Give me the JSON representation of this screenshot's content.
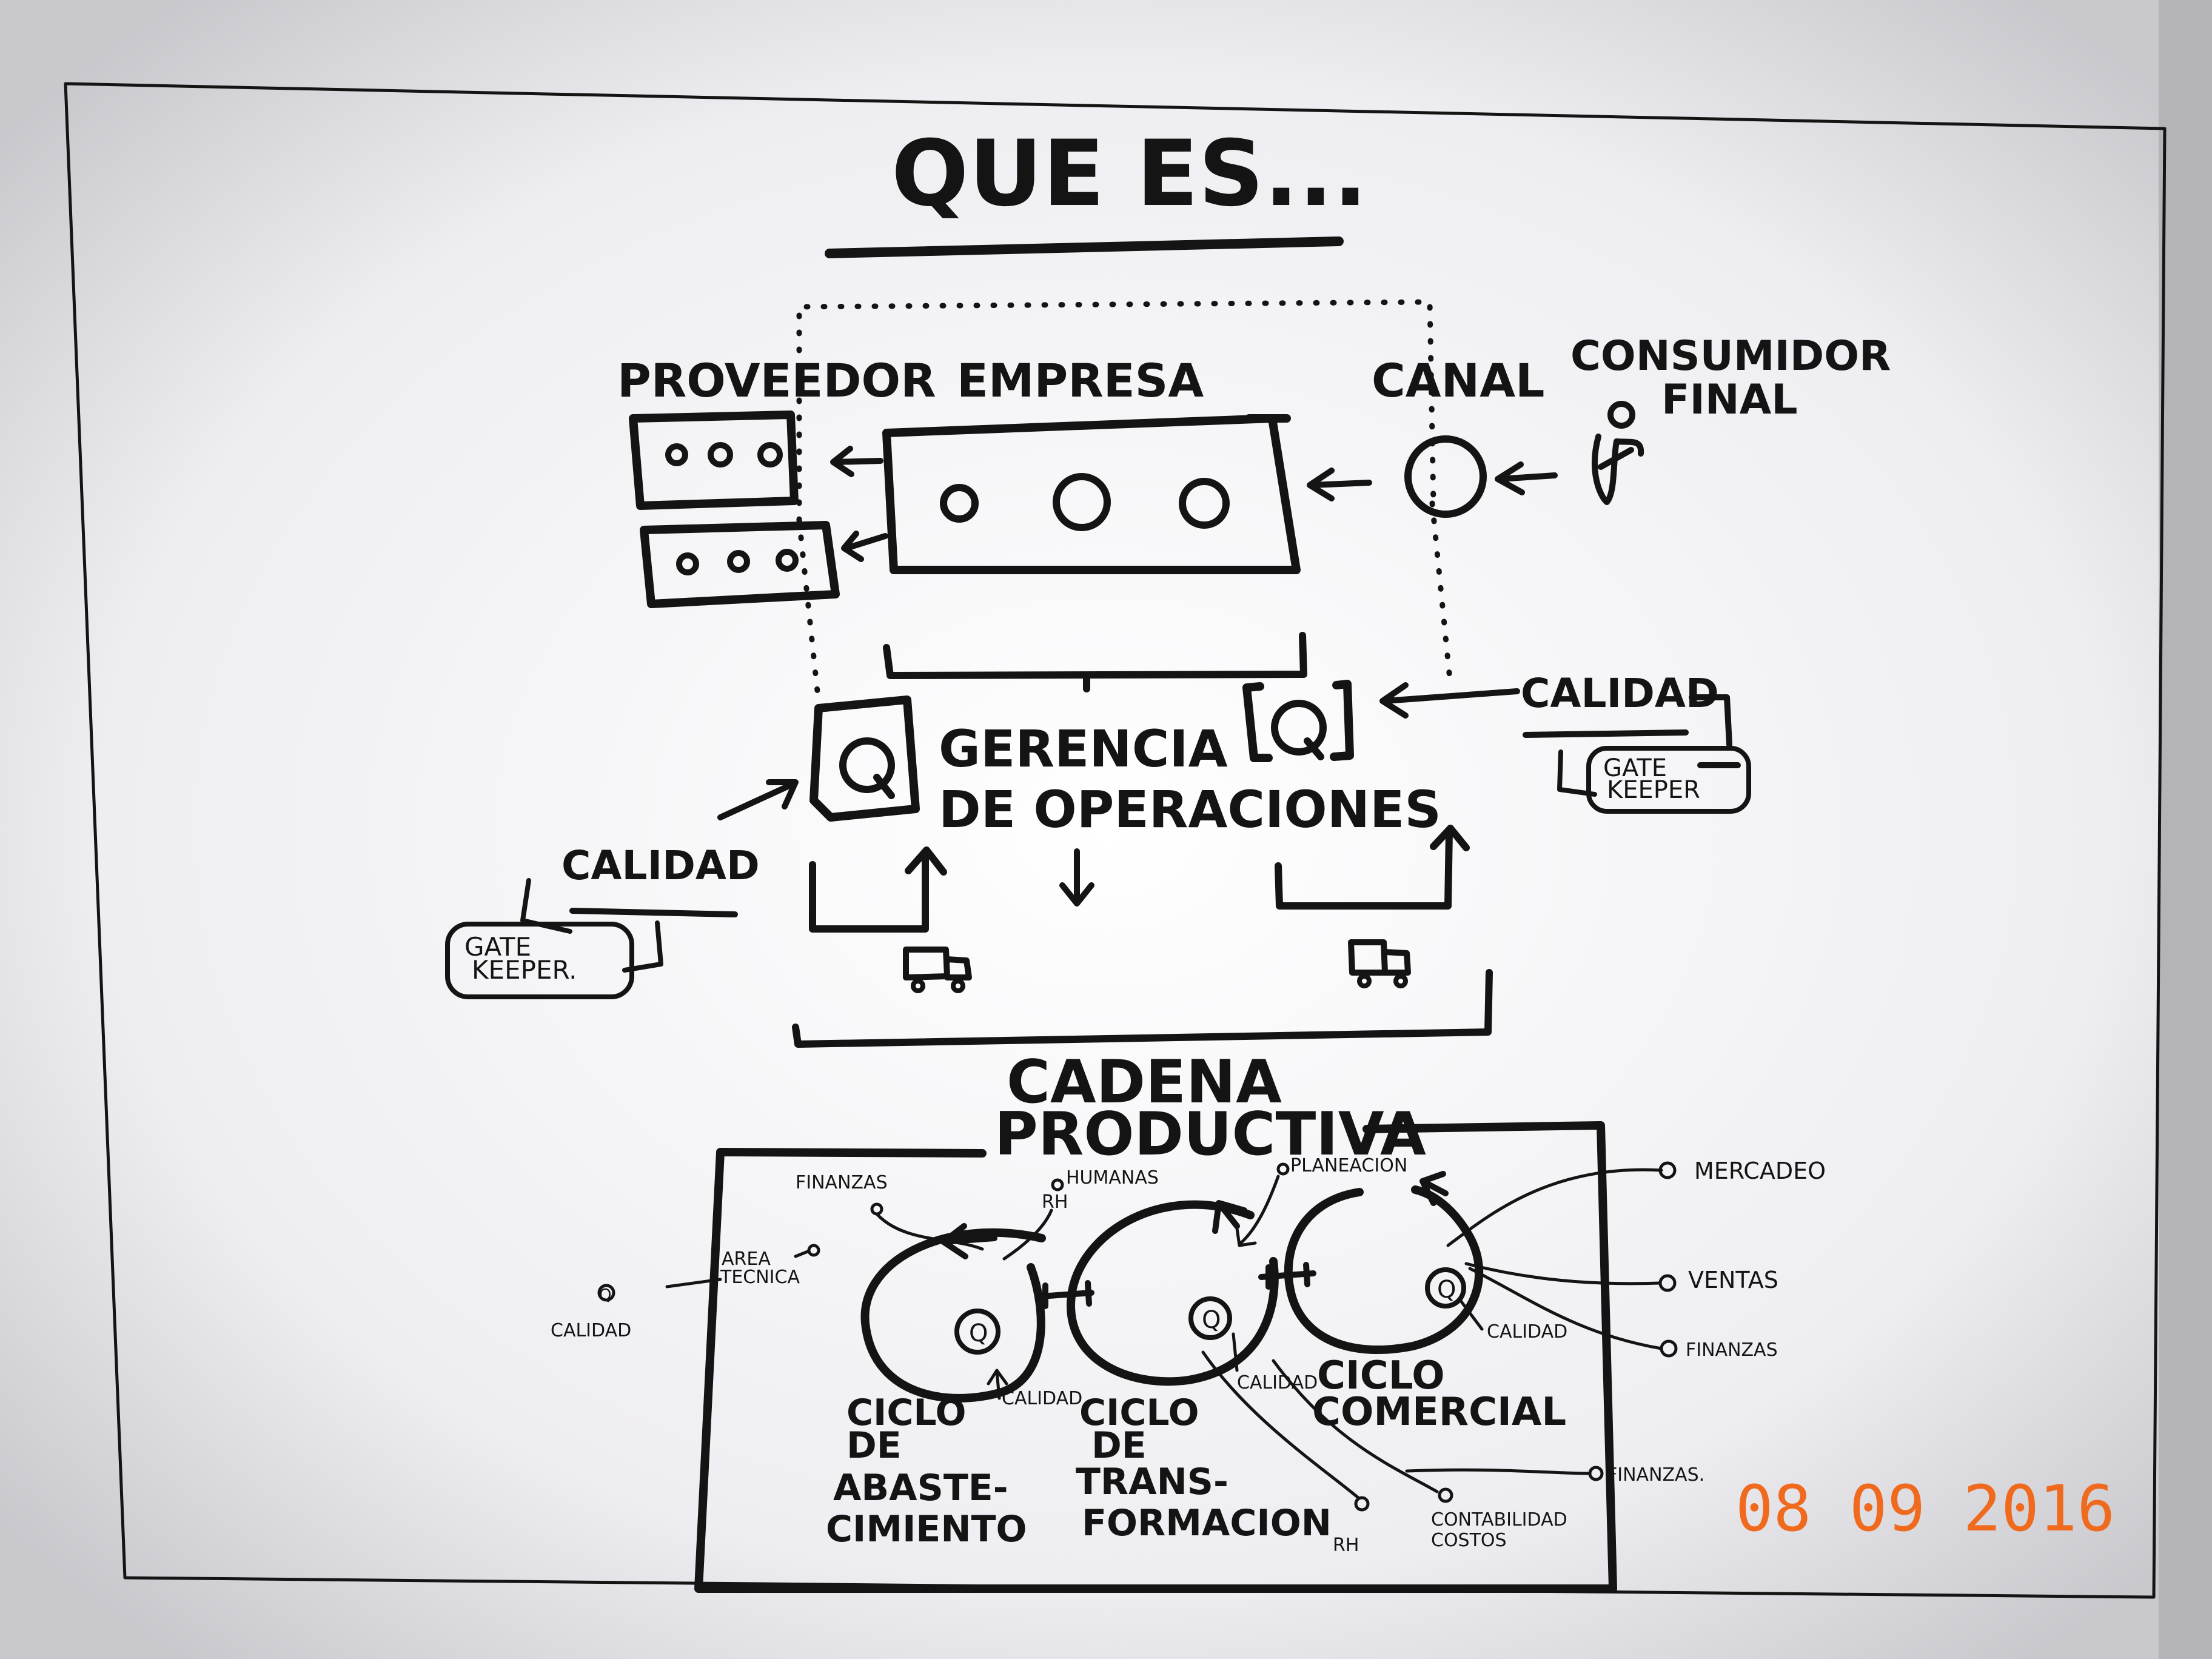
{
  "title": "QUE ES...",
  "top_labels": {
    "proveedor": "PROVEEDOR",
    "empresa": "EMPRESA",
    "canal": "CANAL",
    "consumidor_1": "CONSUMIDOR",
    "consumidor_2": "FINAL"
  },
  "middle": {
    "gerencia_1": "GERENCIA",
    "gerencia_2": "DE OPERACIONES",
    "q_left": "Q",
    "q_right": "Q",
    "calidad_left": "CALIDAD",
    "calidad_right": "CALIDAD",
    "gate_left_1": "GATE",
    "gate_left_2": "KEEPER.",
    "gate_right_1": "GATE",
    "gate_right_2": "KEEPER"
  },
  "cadena": {
    "title_1": "CADENA",
    "title_2": "PRODUCTIVA"
  },
  "small_labels": {
    "finanzas_tl": "FINANZAS",
    "humanas": "HUMANAS",
    "rh_top": "RH",
    "planeacion": "PLANEACION",
    "area_1": "AREA",
    "area_2": "TECNICA",
    "q_far": "Q",
    "calidad_far": "CALIDAD",
    "calidad_1": "CALIDAD",
    "calidad_2": "CALIDAD",
    "calidad_3": "CALIDAD",
    "q_c1": "Q",
    "q_c2": "Q",
    "q_c3": "Q",
    "mercadeo": "MERCADEO",
    "ventas": "VENTAS",
    "finanzas_r": "FINANZAS",
    "finanzas_b": "FINANZAS.",
    "rh_bottom": "RH",
    "contabilidad": "CONTABILIDAD",
    "costos": "COSTOS"
  },
  "ciclos": {
    "abast_1": "CICLO",
    "abast_2": "DE",
    "abast_3": "ABASTE-",
    "abast_4": "CIMIENTO",
    "trans_1": "CICLO",
    "trans_2": "DE",
    "trans_3": "TRANS-",
    "trans_4": "FORMACION",
    "com_1": "CICLO",
    "com_2": "COMERCIAL"
  },
  "date_stamp": "08 09 2016"
}
